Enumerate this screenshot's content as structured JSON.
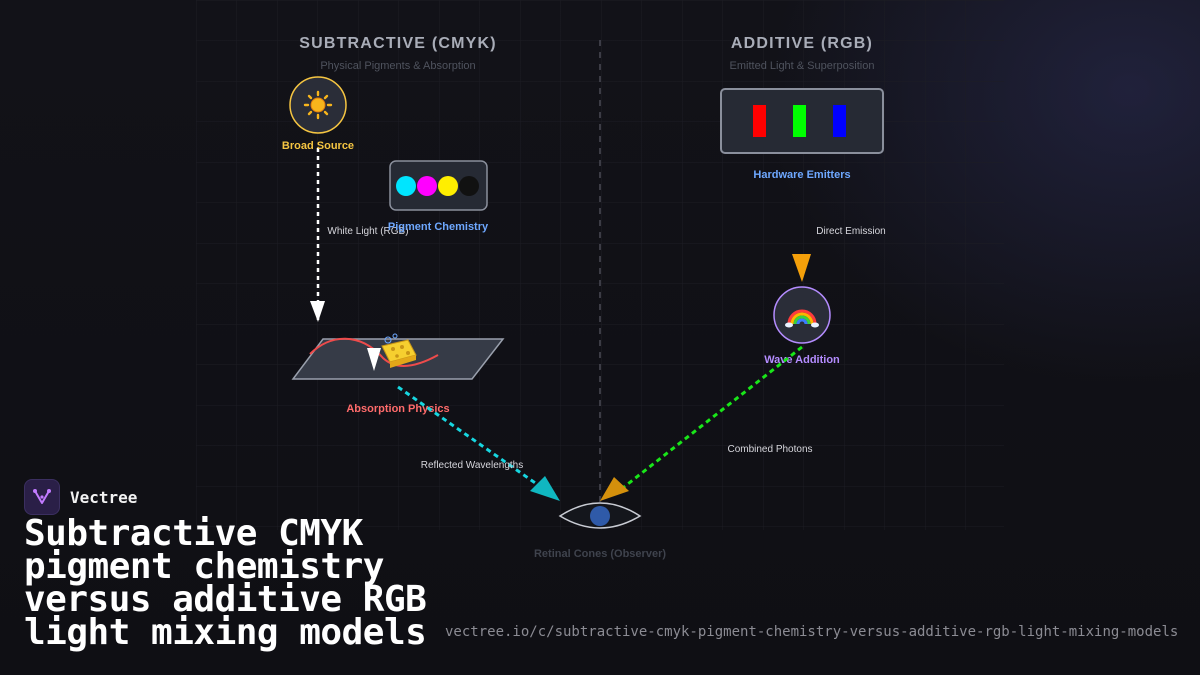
{
  "left_panel": {
    "title": "SUBTRACTIVE (CMYK)",
    "subtitle": "Physical Pigments & Absorption",
    "source_label": "Broad Source",
    "source_icon": "sun-icon",
    "pigment_label": "Pigment Chemistry",
    "pigment_colors": [
      "#00e5ff",
      "#ff00ff",
      "#ffee00",
      "#111111"
    ],
    "white_light_label": "White Light (RGB)",
    "absorption_label": "Absorption Physics",
    "absorption_icon": "sponge-icon",
    "reflected_label": "Reflected Wavelengths"
  },
  "right_panel": {
    "title": "ADDITIVE (RGB)",
    "subtitle": "Emitted Light & Superposition",
    "emitters_label": "Hardware Emitters",
    "emitter_colors": [
      "#ff0000",
      "#00ff00",
      "#0000ff"
    ],
    "direct_emission_label": "Direct Emission",
    "wave_label": "Wave Addition",
    "wave_icon": "rainbow-icon",
    "combined_label": "Combined Photons"
  },
  "observer": {
    "label": "Retinal Cones (Observer)",
    "icon": "eye-icon"
  },
  "colors": {
    "source_yellow": "#f5c542",
    "pigment_blue": "#6ea8ff",
    "absorption_red": "#ff6b6b",
    "wave_purple": "#b48cff",
    "reflected_cyan": "#17d6e0",
    "combined_green": "#19e619",
    "emission_orange": "#f5a00a"
  },
  "footer": {
    "brand": "Vectree",
    "headline": "Subtractive CMYK pigment chemistry versus additive RGB light mixing models",
    "url": "vectree.io/c/subtractive-cmyk-pigment-chemistry-versus-additive-rgb-light-mixing-models"
  }
}
